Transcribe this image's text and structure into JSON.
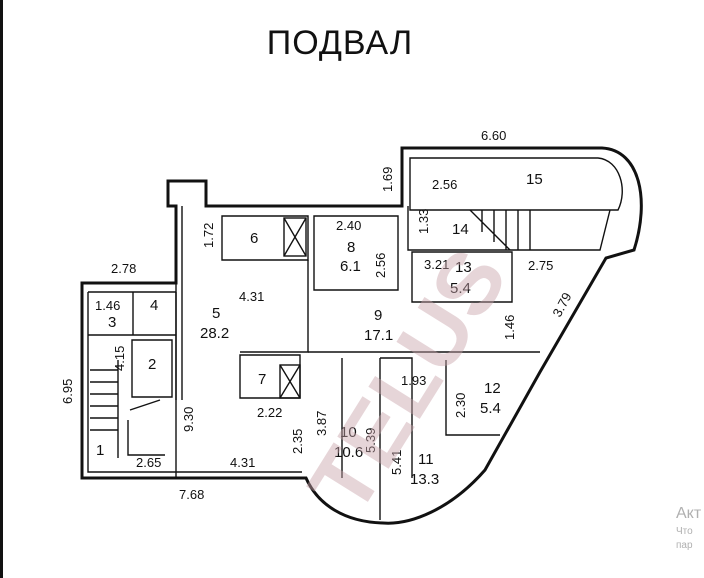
{
  "title": "ПОДВАЛ",
  "watermark": "TELUS",
  "dimensions": [
    "6.60",
    "1.69",
    "2.56",
    "1.33",
    "2.40",
    "2.56",
    "1.72",
    "2.78",
    "4.31",
    "3.21",
    "2.75",
    "3.79",
    "1.46",
    "1.46",
    "4.15",
    "6.95",
    "9.30",
    "2.22",
    "1.93",
    "2.30",
    "3.87",
    "5.39",
    "5.41",
    "2.35",
    "2.65",
    "4.31",
    "7.68"
  ],
  "rooms": [
    {
      "n": "1"
    },
    {
      "n": "2"
    },
    {
      "n": "3"
    },
    {
      "n": "4"
    },
    {
      "n": "5",
      "area": "28.2"
    },
    {
      "n": "6"
    },
    {
      "n": "7"
    },
    {
      "n": "8",
      "area": "6.1"
    },
    {
      "n": "9",
      "area": "17.1"
    },
    {
      "n": "10",
      "area": "10.6"
    },
    {
      "n": "11",
      "area": "13.3"
    },
    {
      "n": "12",
      "area": "5.4"
    },
    {
      "n": "13",
      "area": "5.4"
    },
    {
      "n": "14"
    },
    {
      "n": "15"
    }
  ],
  "overlay": {
    "line1": "Акт",
    "line2": "Что",
    "line3": "пар"
  },
  "colors": {
    "ink": "#111111",
    "watermark": "#c9a3ab",
    "overlay": "#b0b0b0"
  }
}
